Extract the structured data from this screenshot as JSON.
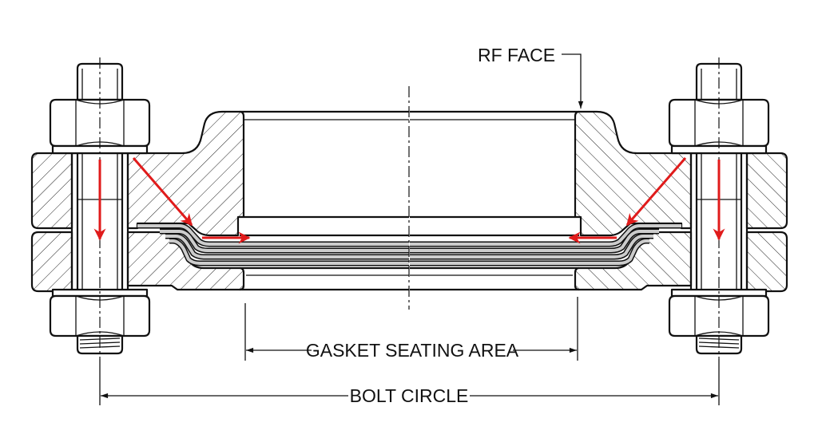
{
  "title": "Raised face flange joint with gasket - cross section",
  "labels": {
    "rf_face": "RF FACE",
    "gasket_seating_area": "GASKET SEATING AREA",
    "bolt_circle": "BOLT CIRCLE"
  },
  "colors": {
    "force_arrow": "#e01b1b",
    "line": "#111111",
    "gasket": "#c8c8c8"
  }
}
